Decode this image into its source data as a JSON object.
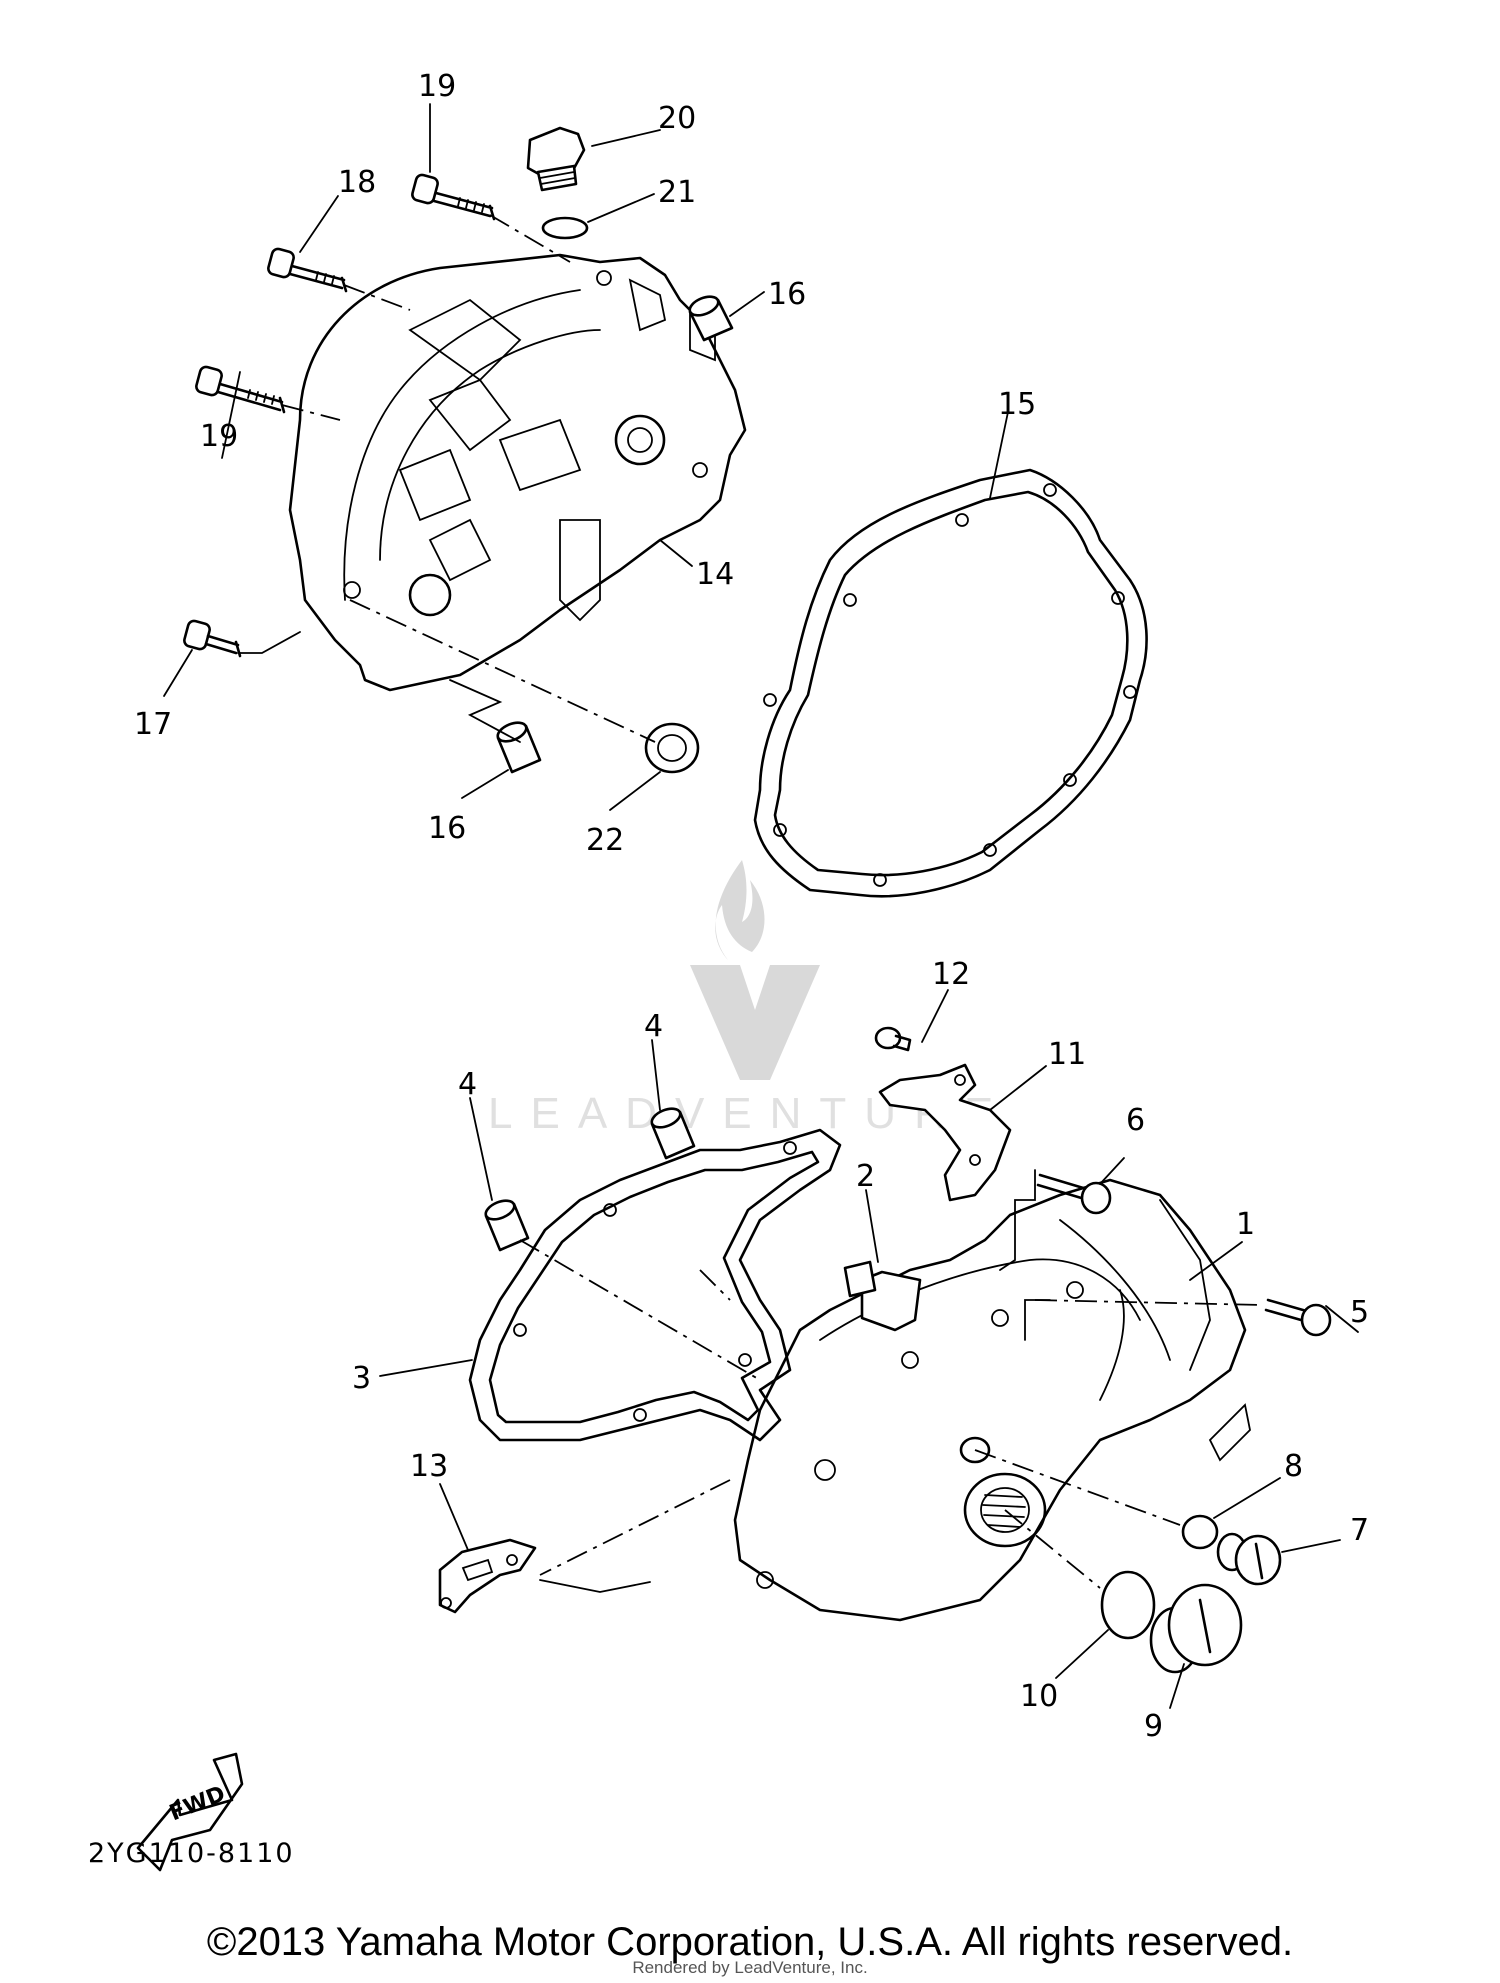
{
  "callouts": {
    "c1": "1",
    "c2": "2",
    "c3": "3",
    "c4a": "4",
    "c4b": "4",
    "c5": "5",
    "c6": "6",
    "c7": "7",
    "c8": "8",
    "c9": "9",
    "c10": "10",
    "c11": "11",
    "c12": "12",
    "c13": "13",
    "c14": "14",
    "c15": "15",
    "c16a": "16",
    "c16b": "16",
    "c17": "17",
    "c18": "18",
    "c19a": "19",
    "c19b": "19",
    "c20": "20",
    "c21": "21",
    "c22": "22"
  },
  "fwd_arrow_label": "FWD",
  "diagram_code": "2YG110-8110",
  "watermark": "LEADVENTURE",
  "copyright": "©2013 Yamaha Motor Corporation, U.S.A. All rights reserved.",
  "rendered_by": "Rendered by LeadVenture, Inc."
}
